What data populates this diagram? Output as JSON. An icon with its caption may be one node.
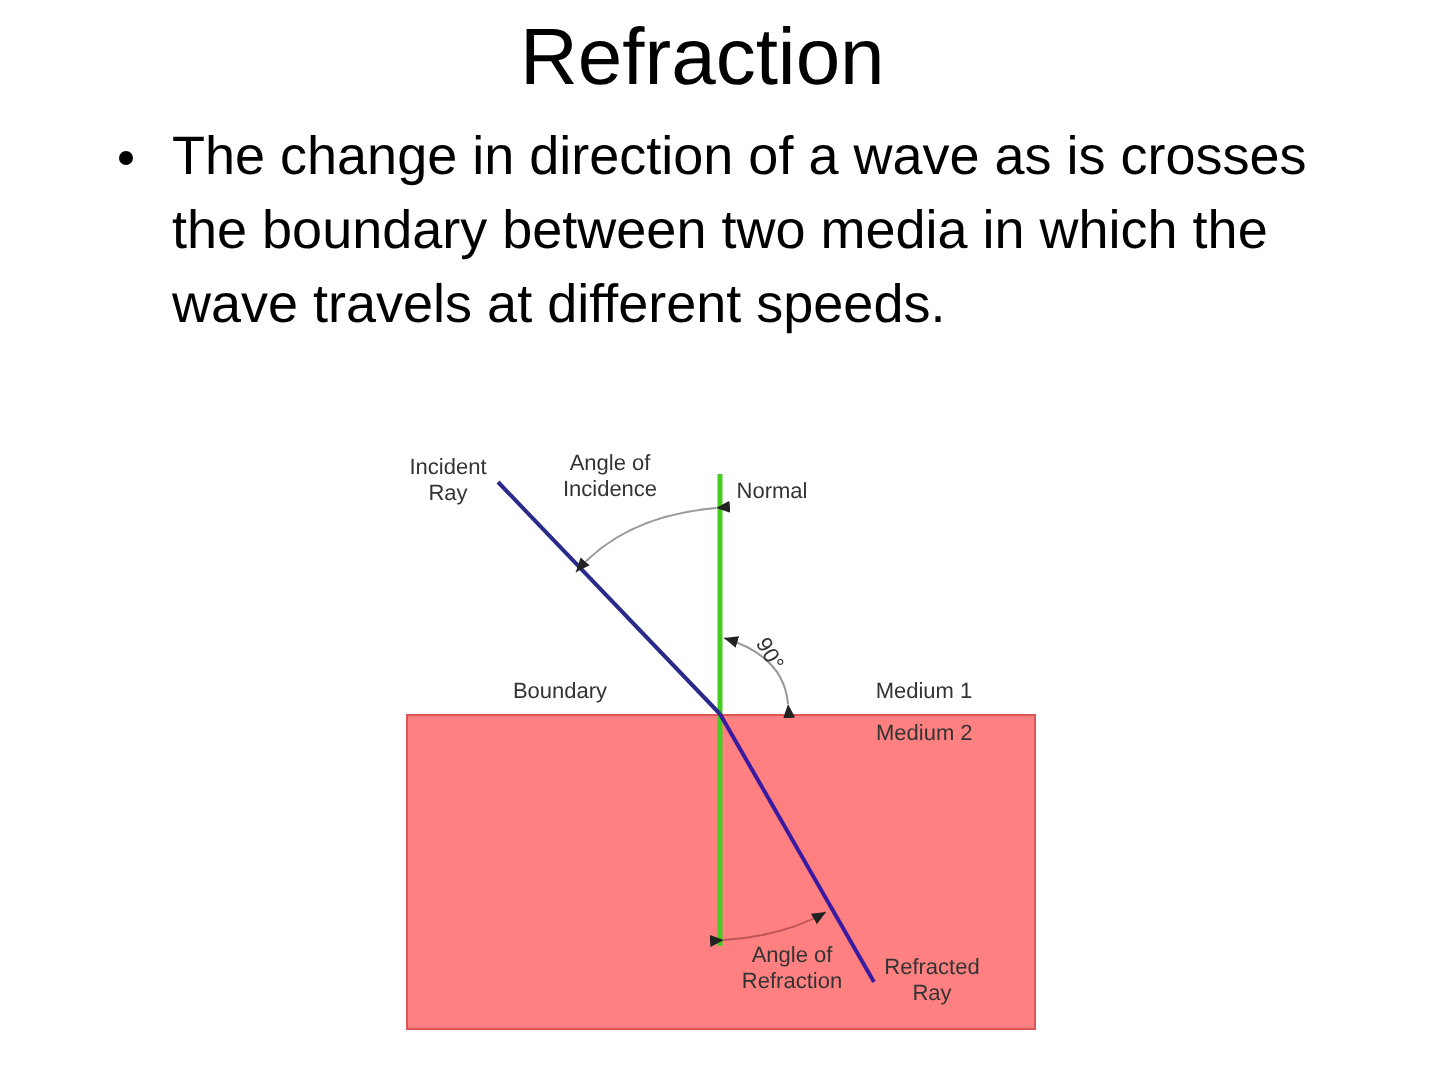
{
  "diagram": {
    "title": "Refraction",
    "nodes": [
      {
        "text": [
          "Medium 2"
        ]
      }
    ],
    "edges": [],
    "labels": [
      "The change in direction of a wave as is crosses the boundary between two media in which the wave travels at different speeds.",
      "Incident Ray",
      "Angle of Incidence",
      "Normal",
      "90°",
      "Boundary",
      "Medium 1",
      "Angle of Refraction",
      "Refracted Ray"
    ]
  }
}
